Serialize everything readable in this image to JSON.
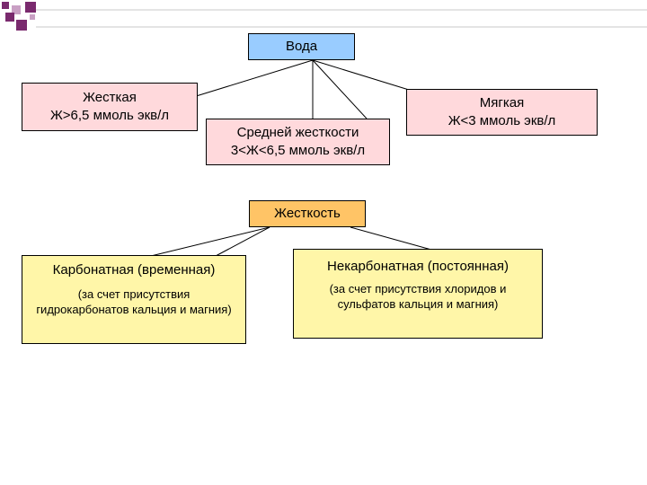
{
  "root": {
    "label": "Вода"
  },
  "water_types": [
    {
      "title": "Жесткая",
      "condition": "Ж>6,5 ммоль экв/л"
    },
    {
      "title": "Средней жесткости",
      "condition": "3<Ж<6,5 ммоль экв/л"
    },
    {
      "title": "Мягкая",
      "condition": "Ж<3 ммоль экв/л"
    }
  ],
  "hardness": {
    "label": "Жесткость"
  },
  "hardness_types": [
    {
      "title": "Карбонатная (временная)",
      "note": "(за счет присутствия гидрокарбонатов кальция и магния)"
    },
    {
      "title": "Некарбонатная (постоянная)",
      "note": "(за счет присутствия хлоридов и сульфатов кальция и магния)"
    }
  ],
  "colors": {
    "root_fill": "#99ccff",
    "water_type_fill": "#ffd9dc",
    "hardness_fill": "#ffc466",
    "hardness_type_fill": "#fff6a8",
    "decoration_purple": "#7a2a6e",
    "decoration_lines": "#c8c8c8"
  }
}
